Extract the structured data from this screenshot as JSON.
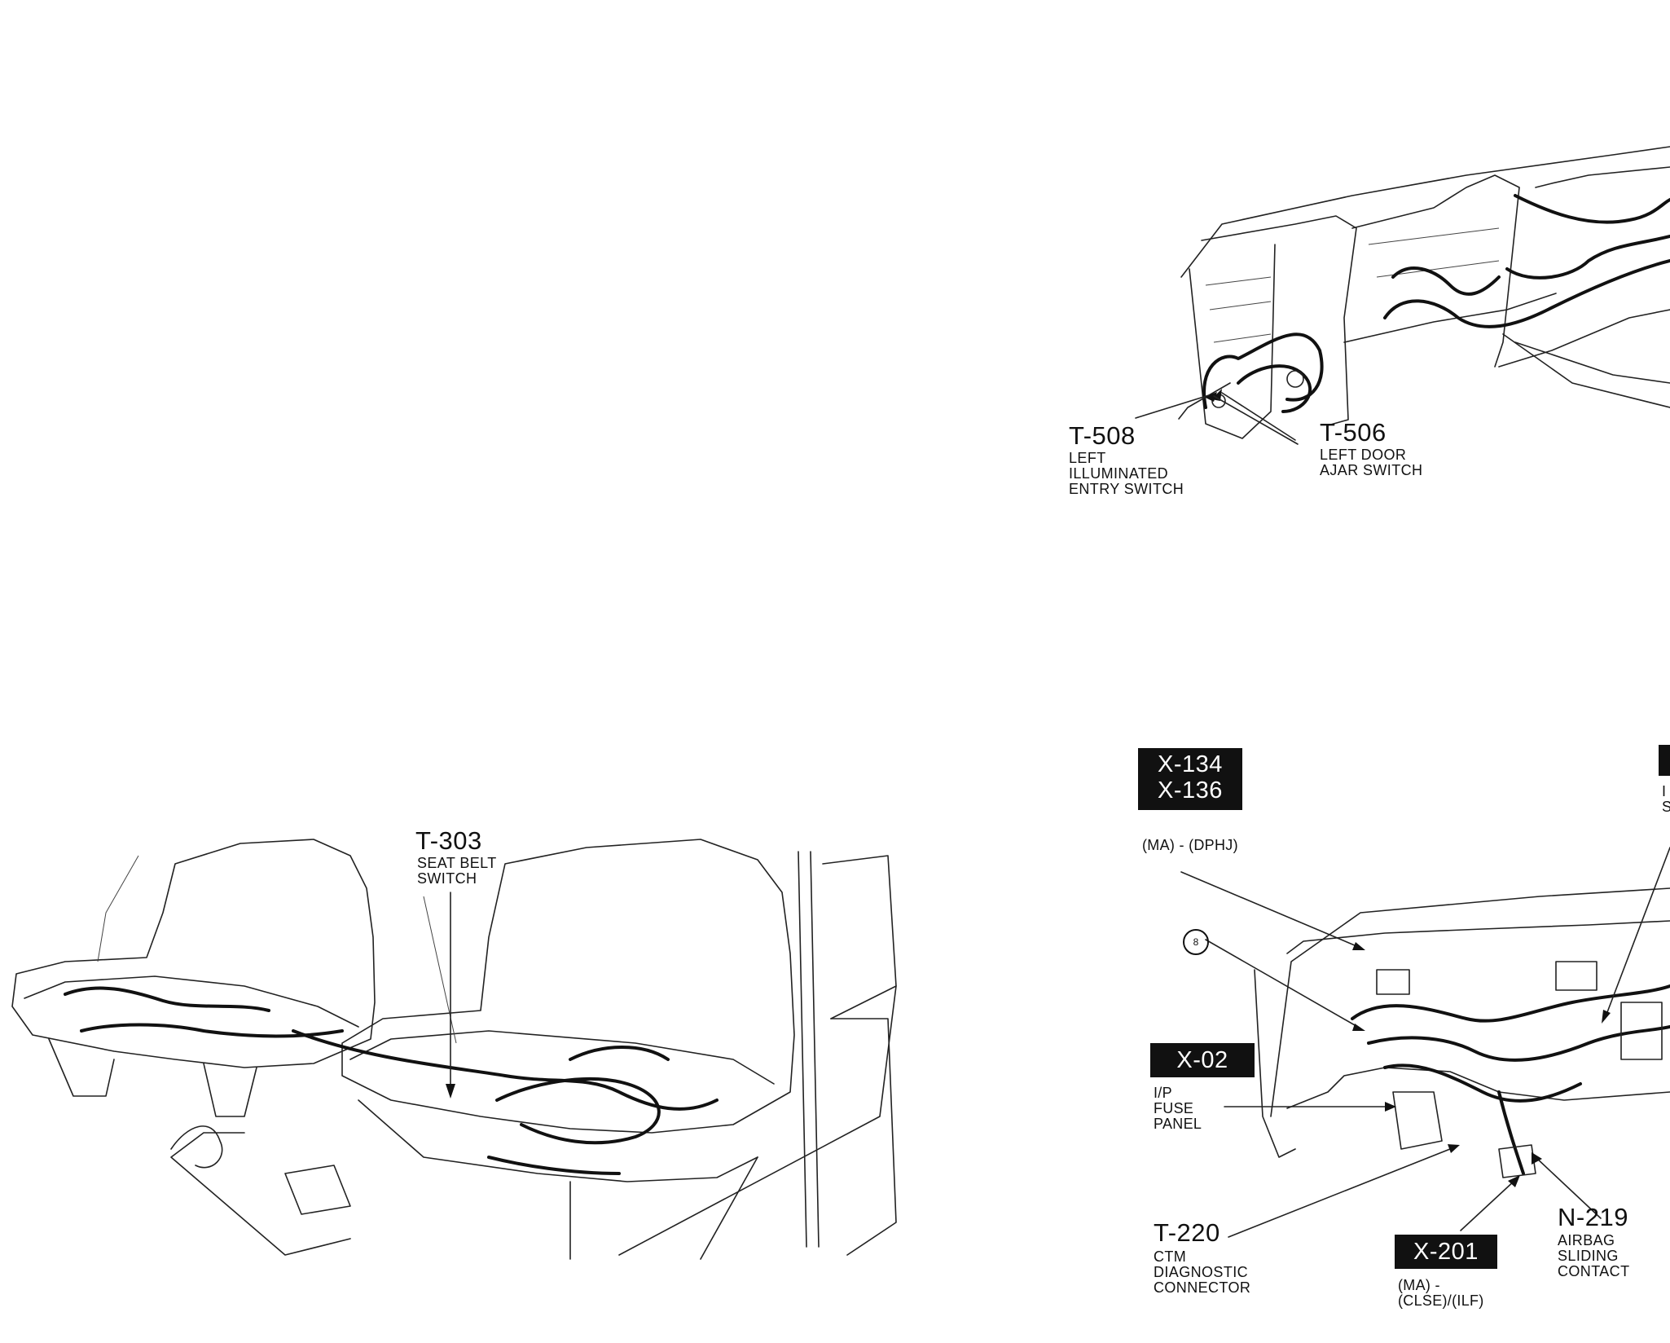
{
  "labels": {
    "t508": {
      "code": "T-508",
      "desc": "LEFT\nILLUMINATED\nENTRY SWITCH"
    },
    "t506": {
      "code": "T-506",
      "desc": "LEFT DOOR\nAJAR SWITCH"
    },
    "t303": {
      "code": "T-303",
      "desc": "SEAT BELT\nSWITCH"
    },
    "x134_136": {
      "code": "X-134\nX-136"
    },
    "ma_dphj": {
      "text": "(MA) - (DPHJ)"
    },
    "circle8": {
      "text": "8"
    },
    "x02": {
      "code": "X-02"
    },
    "ip_fuse_panel": {
      "text": "I/P\nFUSE\nPANEL"
    },
    "t220": {
      "code": "T-220",
      "desc": "CTM\nDIAGNOSTIC\nCONNECTOR"
    },
    "x201": {
      "code": "X-201",
      "desc": "(MA) -\n(CLSE)/(ILF)"
    },
    "n219": {
      "code": "N-219",
      "desc": "AIRBAG\nSLIDING\nCONTACT"
    },
    "edge_partial": {
      "text": "I\nS"
    }
  },
  "icons": {
    "door": "door-harness-illustration-icon",
    "seat": "seat-harness-illustration-icon",
    "dash": "instrument-panel-harness-illustration-icon"
  }
}
